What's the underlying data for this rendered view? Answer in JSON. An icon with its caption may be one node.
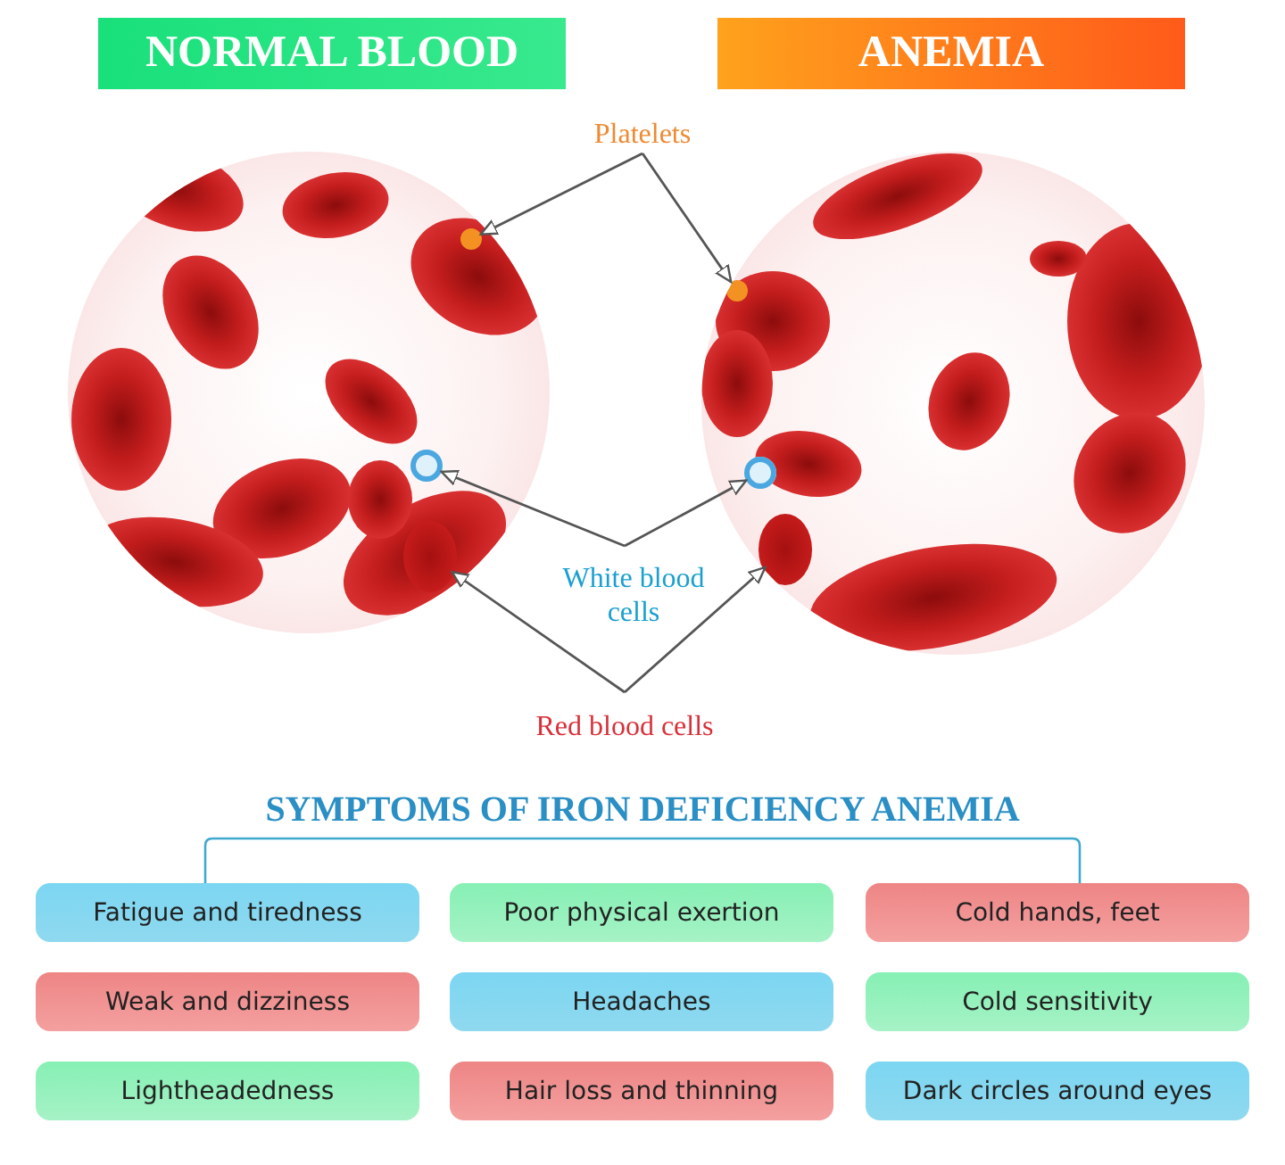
{
  "diagram": {
    "nodes": [
      {
        "text": [
          "NORMAL BLOOD"
        ]
      },
      {
        "text": [
          "ANEMIA"
        ]
      },
      {
        "text": [],
        "shape": "picture"
      },
      {
        "text": [],
        "shape": "picture"
      },
      {
        "text": [
          "Platelets"
        ]
      },
      {
        "text": [],
        "shape": "circle",
        "in": 2
      },
      {
        "text": [],
        "shape": "circle",
        "in": 3
      },
      {
        "text": [
          "White blood cells"
        ]
      },
      {
        "text": [],
        "shape": "circle",
        "in": 2
      },
      {
        "text": [],
        "shape": "circle",
        "in": 3
      },
      {
        "text": [
          "Red blood cells"
        ]
      },
      {
        "text": [],
        "shape": "circle",
        "in": 2
      },
      {
        "text": [],
        "shape": "circle",
        "in": 3
      },
      {
        "text": [
          "Fatigue and tiredness"
        ]
      },
      {
        "text": [
          "Poor physical exertion"
        ]
      },
      {
        "text": [
          "Cold hands, feet"
        ]
      },
      {
        "text": [
          "Weak and dizziness"
        ]
      },
      {
        "text": [
          "Headaches"
        ]
      },
      {
        "text": [
          "Cold sensitivity"
        ]
      },
      {
        "text": [
          "Lightheadedness"
        ]
      },
      {
        "text": [
          "Hair loss and thinning"
        ]
      },
      {
        "text": [
          "Dark circles around eyes"
        ]
      }
    ],
    "edges": [
      {
        "from": 4,
        "to": 5,
        "arrow": "to"
      },
      {
        "from": 4,
        "to": 6,
        "arrow": "to"
      },
      {
        "from": 7,
        "to": 8,
        "arrow": "to"
      },
      {
        "from": 7,
        "to": 9,
        "arrow": "to"
      },
      {
        "from": 10,
        "to": 11,
        "arrow": "to"
      },
      {
        "from": 10,
        "to": 12,
        "arrow": "to"
      }
    ],
    "labels": [
      "SYMPTOMS OF IRON DEFICIENCY ANEMIA"
    ]
  }
}
